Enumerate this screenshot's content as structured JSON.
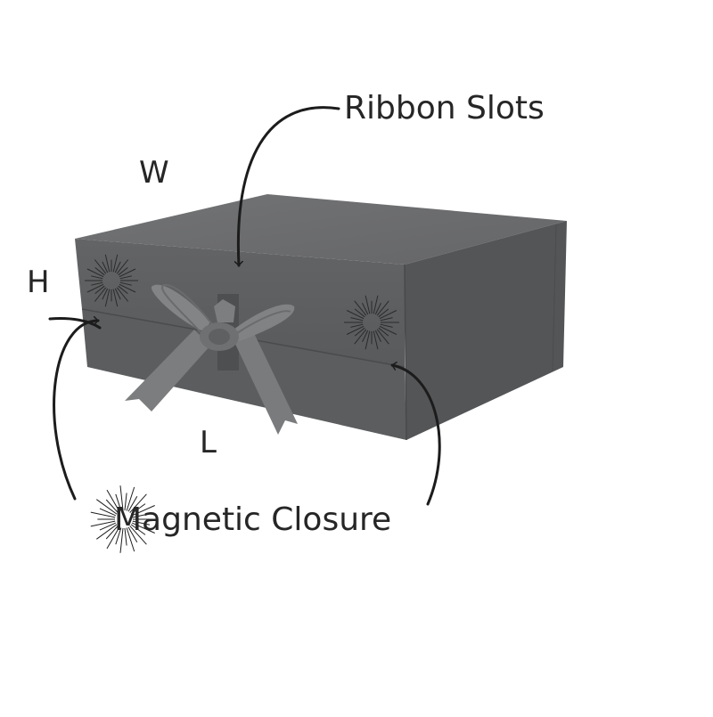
{
  "labels": {
    "ribbon_slots": "Ribbon Slots",
    "magnetic_closure": "Magnetic Closure",
    "width": "W",
    "height": "H",
    "length": "L"
  },
  "colors": {
    "box_top": "#6d6e70",
    "box_front": "#5e5f61",
    "box_side": "#535456",
    "lid_band": "#67686a",
    "ribbon": "#7f8082",
    "ribbon_shadow": "#5a5b5d",
    "ink": "#262626"
  },
  "icons": {
    "burst": "sunburst-icon",
    "arrow": "curved-arrow"
  }
}
